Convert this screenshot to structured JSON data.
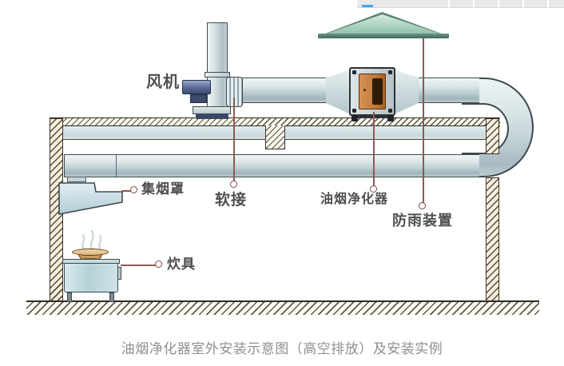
{
  "top_strip": {
    "accent_color": "#4aa3e8",
    "cell_color": "#e9e9e9"
  },
  "diagram": {
    "labels": {
      "fan": "风机",
      "hood": "集烟罩",
      "soft_joint": "软接",
      "purifier": "油烟净化器",
      "rain_cover": "防雨装置",
      "cooker": "炊具"
    },
    "caption": "油烟净化器室外安装示意图（高空排放）及安装实例",
    "colors": {
      "leader_line": "#8d5a52",
      "label_text": "#4f4f4f",
      "caption_text": "#8f8f8f",
      "duct_fill": "#c8d8db",
      "canopy_green": "#8fc0a8",
      "canopy_base_green": "#4e7d6e",
      "purifier_door_orange": "#c97f42",
      "fan_motor_blue": "#5b6b94",
      "wall_hatch_bg": "#f6eedd"
    }
  }
}
